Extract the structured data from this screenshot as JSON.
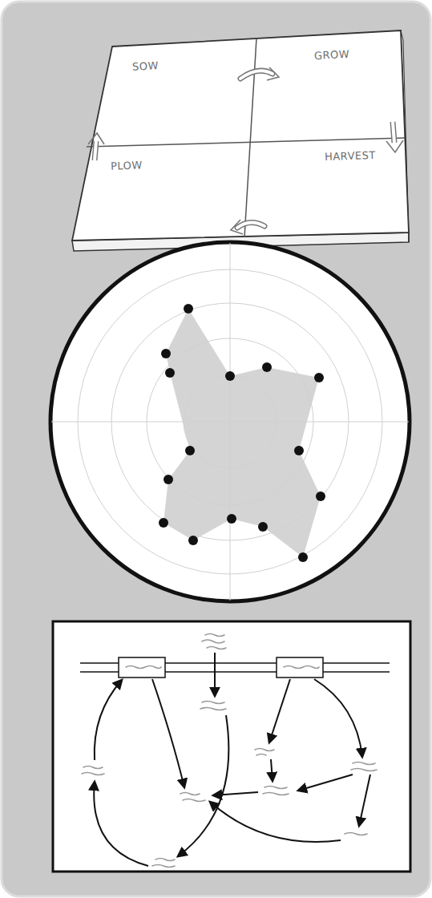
{
  "diagram": {
    "labels": [
      "SOW",
      "GROW",
      "PLOW",
      "HARVEST"
    ]
  }
}
